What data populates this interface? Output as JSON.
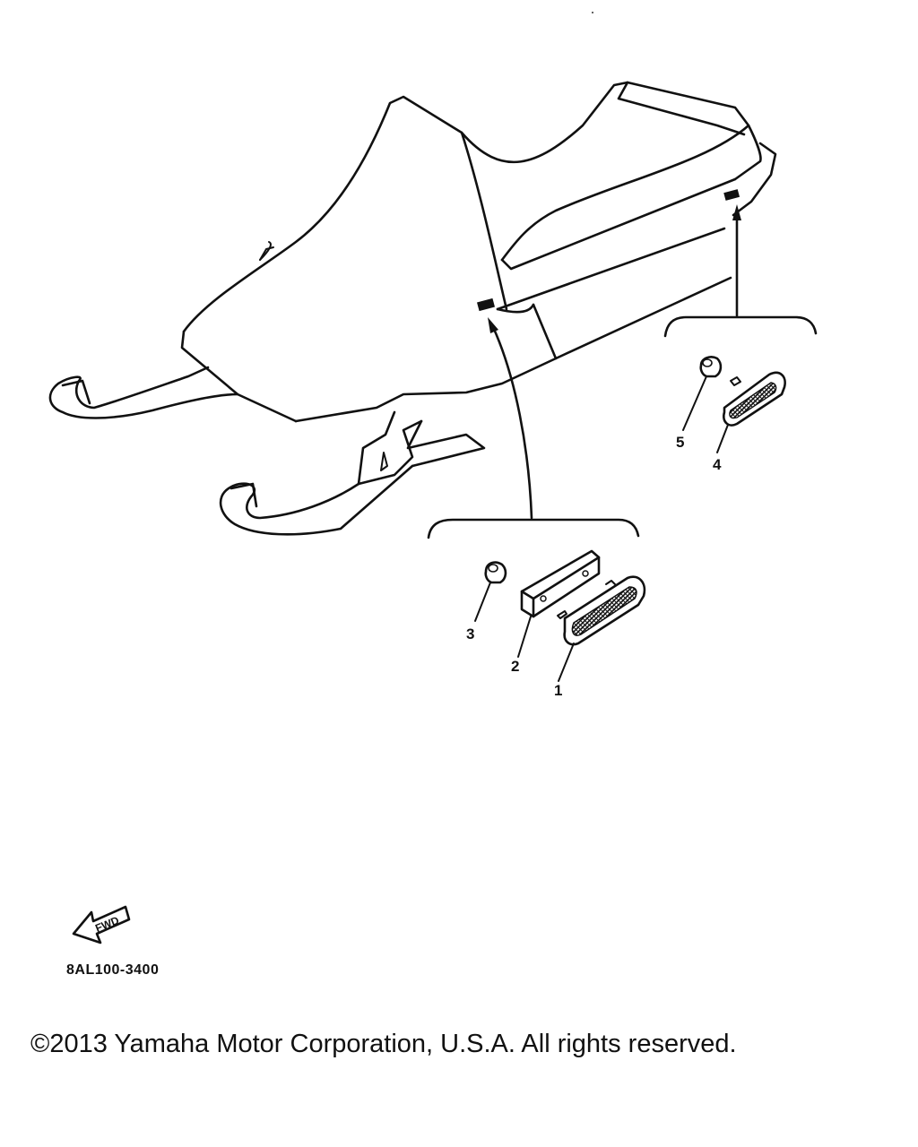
{
  "diagram": {
    "callouts": [
      "1",
      "2",
      "3",
      "4",
      "5"
    ],
    "fwd_label": "FWD",
    "code": "8AL100-3400"
  },
  "footer": {
    "copyright": "©2013 Yamaha Motor Corporation, U.S.A. All rights reserved."
  }
}
